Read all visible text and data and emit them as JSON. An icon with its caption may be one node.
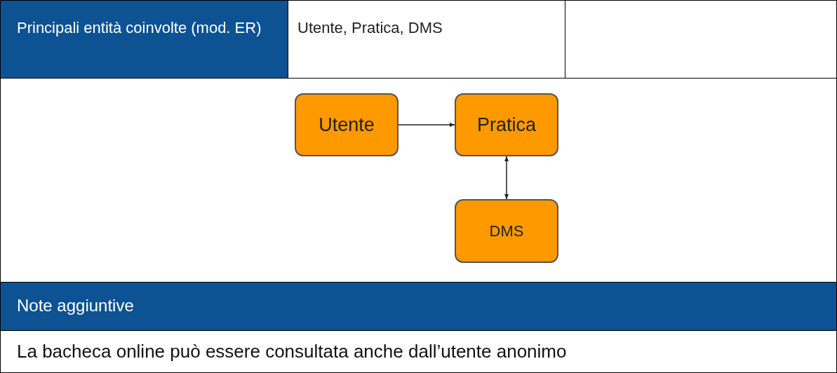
{
  "diagram": {
    "nodes": [
      {
        "text": [
          "Utente"
        ]
      },
      {
        "text": [
          "Pratica"
        ]
      },
      {
        "text": [
          "DMS"
        ]
      }
    ],
    "edges": [
      {
        "from": 0,
        "to": 1,
        "arrow": "to"
      },
      {
        "from": 1,
        "to": 2,
        "arrow": "both"
      }
    ],
    "labels": [
      "Principali entità coinvolte (mod. ER)",
      "Utente, Pratica, DMS",
      "Note aggiuntive",
      "La bacheca online può essere consultata anche dall’utente anonimo"
    ]
  }
}
